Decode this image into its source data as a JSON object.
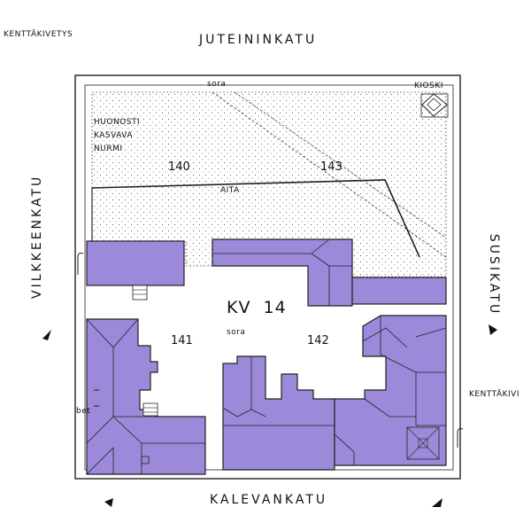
{
  "streets": {
    "north": "JUTEININKATU",
    "south": "KALEVANKATU",
    "west": "VILKKEENKATU",
    "east": "SUSIKATU"
  },
  "labels": {
    "corner_nw": "KENTTÄKIVETYS",
    "corner_e": "KENTTÄKIVI",
    "sora_top": "sora",
    "kioski": "KIOSKI",
    "lawn_line1": "HUONOSTI",
    "lawn_line2": "KASVAVA",
    "lawn_line3": "NURMI",
    "aita": "AITA",
    "sora_yard": "sora",
    "bet": "bet",
    "block": "KV  14"
  },
  "plots": {
    "p140": "140",
    "p141": "141",
    "p142": "142",
    "p143": "143"
  },
  "colors": {
    "building_fill": "#9c89d9",
    "lines": "#222222",
    "background": "#ffffff"
  }
}
